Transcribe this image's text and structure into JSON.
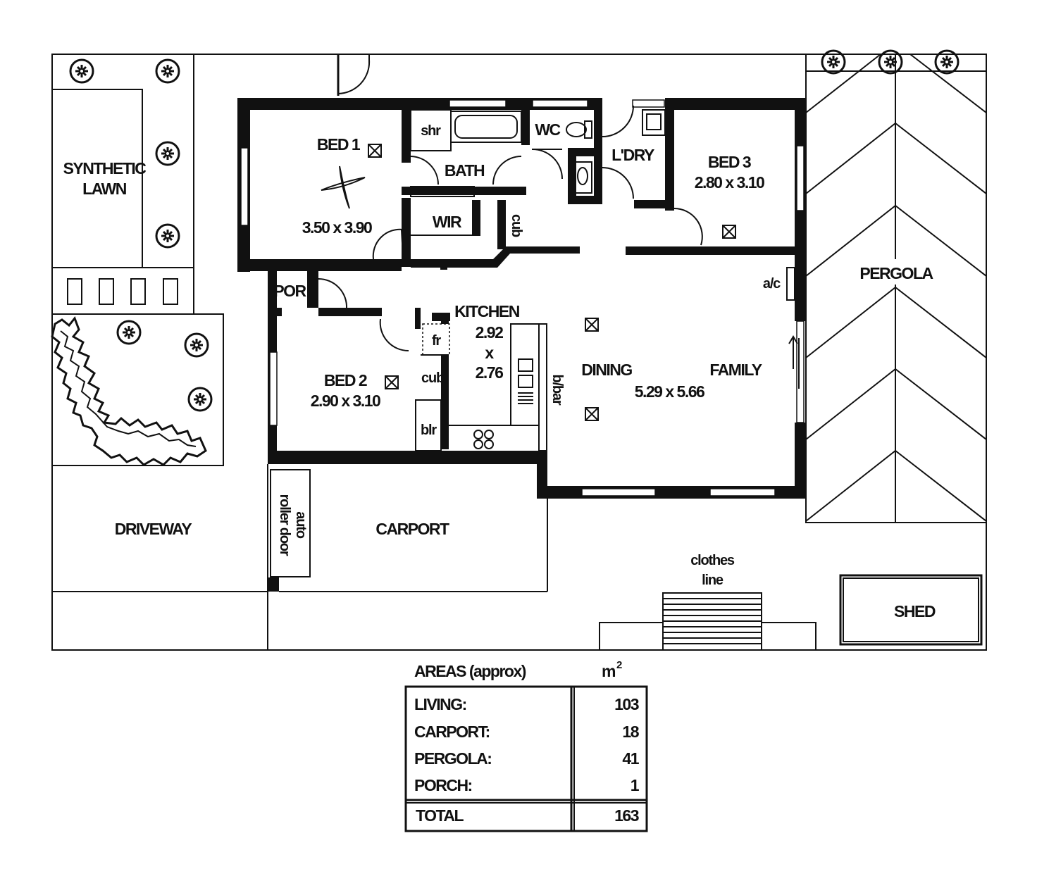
{
  "rooms": {
    "bed1": {
      "name": "BED 1",
      "dims": "3.50 x 3.90"
    },
    "bed2": {
      "name": "BED 2",
      "dims": "2.90 x 3.10"
    },
    "bed3": {
      "name": "BED 3",
      "dims": "2.80 x 3.10"
    },
    "kitchen": {
      "name": "KITCHEN",
      "dim_a": "2.92",
      "dim_x": "x",
      "dim_b": "2.76"
    },
    "dining": {
      "name": "DINING"
    },
    "family": {
      "name": "FAMILY",
      "dims": "5.29 x 5.66"
    },
    "bath": "BATH",
    "shr": "shr",
    "wc": "WC",
    "ldry": "L'DRY",
    "wir": "WIR",
    "cub": "cub",
    "por": "POR",
    "fr": "fr",
    "blr": "blr",
    "bbar": "b/bar",
    "ac": "a/c"
  },
  "outdoor": {
    "synthetic_lawn_1": "SYNTHETIC",
    "synthetic_lawn_2": "LAWN",
    "pergola": "PERGOLA",
    "driveway": "DRIVEWAY",
    "carport": "CARPORT",
    "roller_door_1": "auto",
    "roller_door_2": "roller door",
    "clothes_line_1": "clothes",
    "clothes_line_2": "line",
    "shed": "SHED"
  },
  "areas_table": {
    "title": "AREAS (approx)",
    "unit": "m",
    "unit_sup": "2",
    "rows": [
      {
        "label": "LIVING:",
        "value": "103"
      },
      {
        "label": "CARPORT:",
        "value": "18"
      },
      {
        "label": "PERGOLA:",
        "value": "41"
      },
      {
        "label": "PORCH:",
        "value": "1"
      }
    ],
    "total_label": "TOTAL",
    "total_value": "163"
  }
}
